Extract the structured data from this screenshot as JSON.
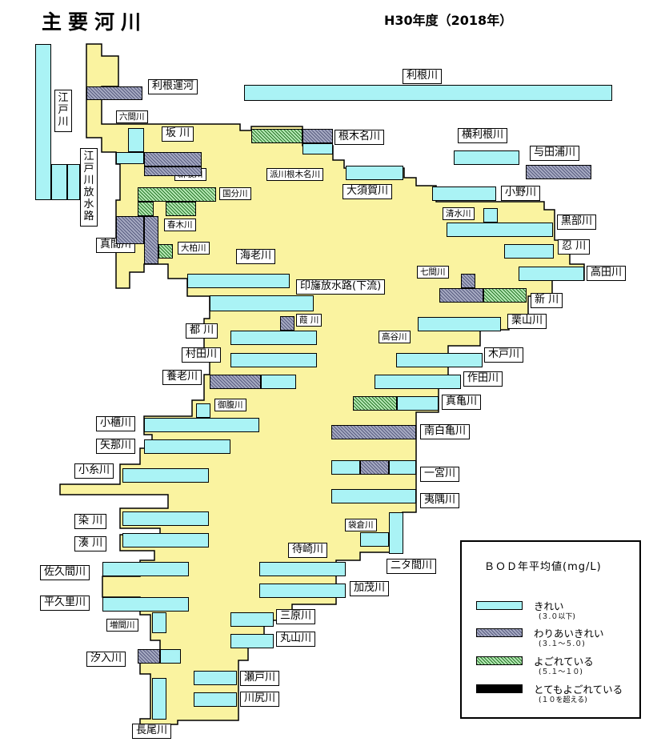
{
  "titles": {
    "main": "主要河川",
    "year": "H30年度（2018年）"
  },
  "colors": {
    "land": "#faf3a0",
    "clean": "#aaf3f5",
    "fair": "#7f83a0",
    "dirty": "#6fbf6f",
    "very_dirty": "#000000"
  },
  "legend": {
    "title": "ＢＯＤ年平均値(mg/L)",
    "items": [
      {
        "name": "きれい",
        "sub": "(３.０以下)",
        "cls": "clean"
      },
      {
        "name": "わりあいきれい",
        "sub": "(３.１～５.０)",
        "cls": "fair"
      },
      {
        "name": "よごれている",
        "sub": "(５.１～１０)",
        "cls": "dirty"
      },
      {
        "name": "とてもよごれている",
        "sub": "(１０を超える)",
        "cls": "vdirty"
      }
    ]
  },
  "labels": [
    {
      "id": "edo",
      "text": "江戸川",
      "vertical": true
    },
    {
      "id": "edo-hoshiro",
      "text": "江戸川放水路",
      "vertical": true
    },
    {
      "id": "tone-unga",
      "text": "利根運河"
    },
    {
      "id": "tone",
      "text": "利根川"
    },
    {
      "id": "rokkenn",
      "text": "六間川",
      "small": true
    },
    {
      "id": "saka",
      "text": "坂 川"
    },
    {
      "id": "negina",
      "text": "根木名川"
    },
    {
      "id": "yokotone",
      "text": "横利根川"
    },
    {
      "id": "yodaura",
      "text": "与田浦川"
    },
    {
      "id": "shinsaka",
      "text": "新坂川",
      "small": true
    },
    {
      "id": "hasenegina",
      "text": "派川根木名川",
      "small": true
    },
    {
      "id": "osuga",
      "text": "大須賀川"
    },
    {
      "id": "kokubun",
      "text": "国分川",
      "small": true
    },
    {
      "id": "ono",
      "text": "小野川"
    },
    {
      "id": "haruki",
      "text": "春木川",
      "small": true
    },
    {
      "id": "shimizu",
      "text": "清水川",
      "small": true
    },
    {
      "id": "kurobe",
      "text": "黒部川"
    },
    {
      "id": "mama",
      "text": "真間川"
    },
    {
      "id": "ookashiwa",
      "text": "大柏川",
      "small": true
    },
    {
      "id": "ebi",
      "text": "海老川"
    },
    {
      "id": "oshi",
      "text": "忍 川"
    },
    {
      "id": "nanakenn",
      "text": "七間川",
      "small": true
    },
    {
      "id": "takata",
      "text": "高田川"
    },
    {
      "id": "inba",
      "text": "印旛放水路(下流)"
    },
    {
      "id": "shin",
      "text": "新 川"
    },
    {
      "id": "miyako",
      "text": "都 川"
    },
    {
      "id": "ashi",
      "text": "葭 川",
      "small": true
    },
    {
      "id": "takaya",
      "text": "高谷川",
      "small": true
    },
    {
      "id": "kuriyama",
      "text": "栗山川"
    },
    {
      "id": "murata",
      "text": "村田川"
    },
    {
      "id": "kido",
      "text": "木戸川"
    },
    {
      "id": "yoro",
      "text": "養老川"
    },
    {
      "id": "sakuta",
      "text": "作田川"
    },
    {
      "id": "gozen",
      "text": "御腹川",
      "small": true
    },
    {
      "id": "magame",
      "text": "真亀川"
    },
    {
      "id": "obitsu",
      "text": "小櫃川"
    },
    {
      "id": "minamishirako",
      "text": "南白亀川"
    },
    {
      "id": "yanakawa",
      "text": "矢那川"
    },
    {
      "id": "koito",
      "text": "小糸川"
    },
    {
      "id": "ichinomiya",
      "text": "一宮川"
    },
    {
      "id": "isumi",
      "text": "夷隅川"
    },
    {
      "id": "some",
      "text": "染 川"
    },
    {
      "id": "fukuro",
      "text": "袋倉川",
      "small": true
    },
    {
      "id": "minato",
      "text": "湊 川"
    },
    {
      "id": "machizaki",
      "text": "待崎川"
    },
    {
      "id": "futama",
      "text": "二タ間川"
    },
    {
      "id": "sakuma",
      "text": "佐久間川"
    },
    {
      "id": "kamo",
      "text": "加茂川"
    },
    {
      "id": "heiguri",
      "text": "平久里川"
    },
    {
      "id": "mashima",
      "text": "増間川",
      "small": true
    },
    {
      "id": "sanbara",
      "text": "三原川"
    },
    {
      "id": "maruyama",
      "text": "丸山川"
    },
    {
      "id": "shioiri",
      "text": "汐入川"
    },
    {
      "id": "seto",
      "text": "瀬戸川"
    },
    {
      "id": "kawajiri",
      "text": "川尻川"
    },
    {
      "id": "nagao",
      "text": "長尾川"
    }
  ]
}
